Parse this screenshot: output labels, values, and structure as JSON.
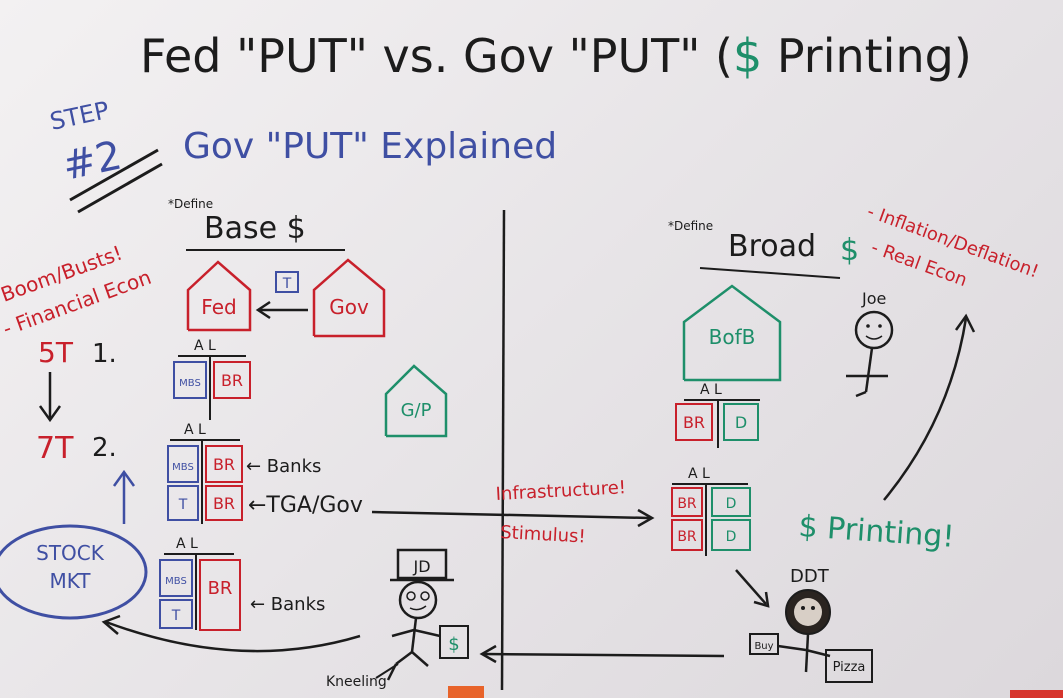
{
  "title": {
    "part1": "Fed \"PUT\" vs. Gov \"PUT\" (",
    "dollar": "$",
    "part2": " Printing)"
  },
  "step": {
    "line1": "STEP",
    "line2": "#2"
  },
  "subtitle": "Gov \"PUT\" Explained",
  "left_notes": {
    "line1": "Boom/Busts!",
    "line2": "- Financial Econ",
    "v5": "5T",
    "n1": "1.",
    "v7": "7T",
    "n2": "2."
  },
  "stock_market": {
    "line1": "STOCK",
    "line2": "MKT"
  },
  "base": {
    "define_tag": "*Define",
    "heading": "Base $",
    "fed": "Fed",
    "gov": "Gov",
    "t_box": "T",
    "gp": "G/P",
    "al": "A  L",
    "mbs": "MBS",
    "br": "BR",
    "t": "T",
    "banks1": "← Banks",
    "tga": "←TGA/Gov",
    "banks2": "← Banks"
  },
  "middle": {
    "infrastructure": "Infrastructure!",
    "stimulus": "Stimulus!",
    "jd_hat": "JD",
    "kneeling": "Kneeling",
    "dollar_sign": "$"
  },
  "broad": {
    "define_tag": "*Define",
    "heading_word": "Broad",
    "dollar": "$",
    "notes_line1": "- Inflation/Deflation!",
    "notes_line2": "- Real Econ",
    "bofb": "BofB",
    "al": "A  L",
    "br": "BR",
    "d": "D",
    "joe": "Joe",
    "printing": "$ Printing!",
    "ddt": "DDT",
    "buy": "Buy",
    "pizza": "Pizza"
  },
  "colors": {
    "ink_black": "#1c1c1c",
    "ink_red": "#c8202b",
    "ink_green": "#1e8f6a",
    "ink_blue": "#3f4fa3",
    "board": "#efedef"
  }
}
